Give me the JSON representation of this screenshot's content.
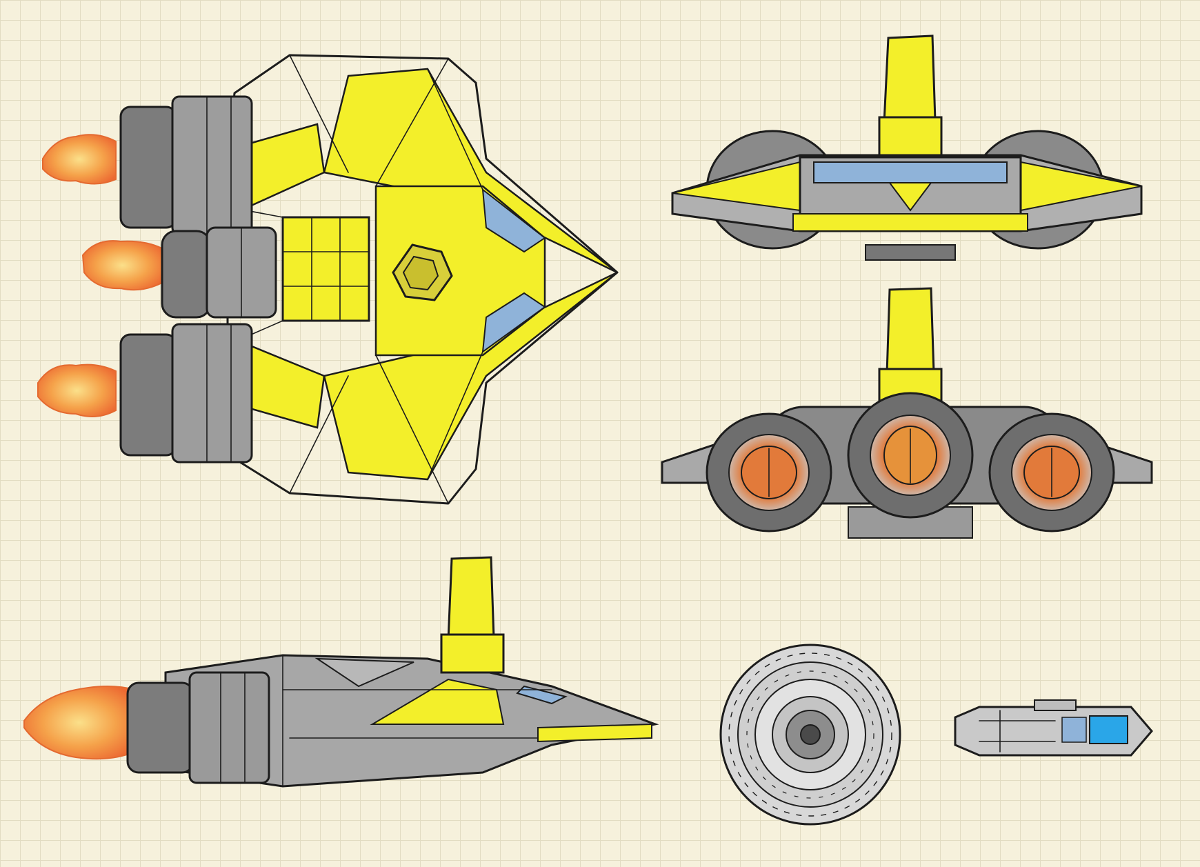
{
  "sheet": {
    "paper_color": "#f6f1dc",
    "grid_color": "#e2dcc2"
  },
  "palette": {
    "hull_gray": "#9b9b9b",
    "hull_dark": "#6f6f6f",
    "hull_light": "#c9c9c9",
    "accent_yellow": "#f3ef2a",
    "glass_blue": "#8fb3d9",
    "flame_orange": "#f07c3c",
    "flame_yellow": "#f8c55c",
    "ink": "#1c1c1c",
    "small_ship_blue": "#2aa6e8"
  },
  "views": [
    {
      "name": "top-view"
    },
    {
      "name": "front-view"
    },
    {
      "name": "rear-view"
    },
    {
      "name": "side-view"
    },
    {
      "name": "aft-detail-view"
    },
    {
      "name": "scale-view"
    }
  ]
}
